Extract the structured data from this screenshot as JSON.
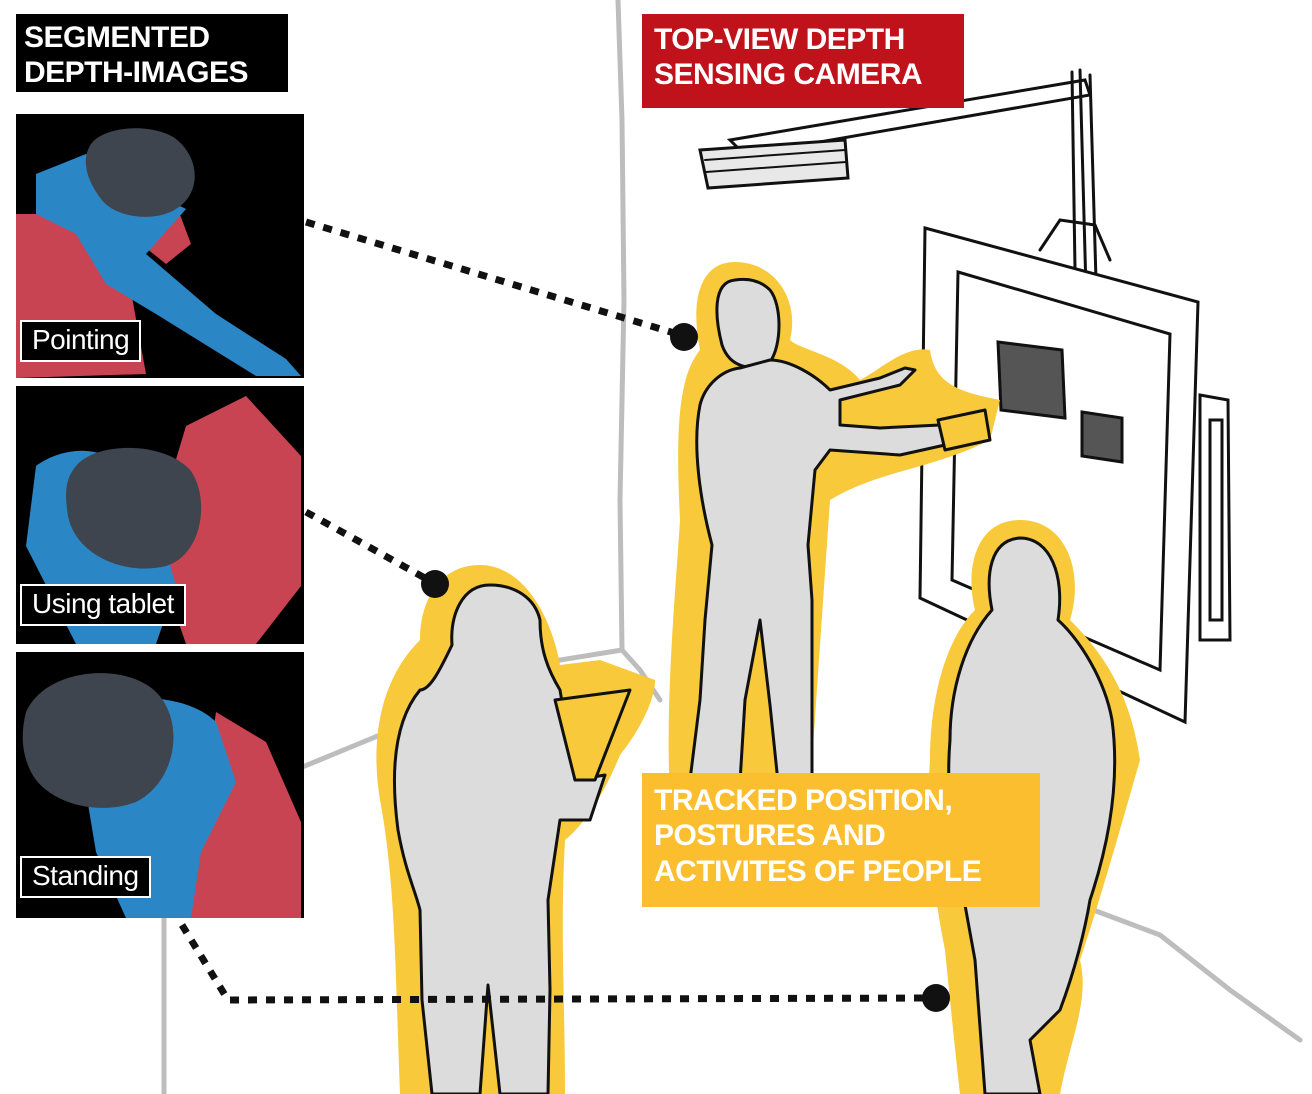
{
  "segmented_title": [
    "SEGMENTED",
    "DEPTH-IMAGES"
  ],
  "camera_title": [
    "TOP-VIEW DEPTH",
    "SENSING CAMERA"
  ],
  "tracking_title": [
    "TRACKED POSITION,",
    "POSTURES AND",
    "ACTIVITES OF PEOPLE"
  ],
  "panels": [
    {
      "label": "Pointing"
    },
    {
      "label": "Using tablet"
    },
    {
      "label": "Standing"
    }
  ],
  "colors": {
    "segment_head": "#3f454e",
    "segment_blue": "#2b86c6",
    "segment_red": "#c94452",
    "highlight_yellow": "#f7c93b",
    "camera_red": "#c0121a",
    "figure_gray": "#dcdcdc"
  }
}
